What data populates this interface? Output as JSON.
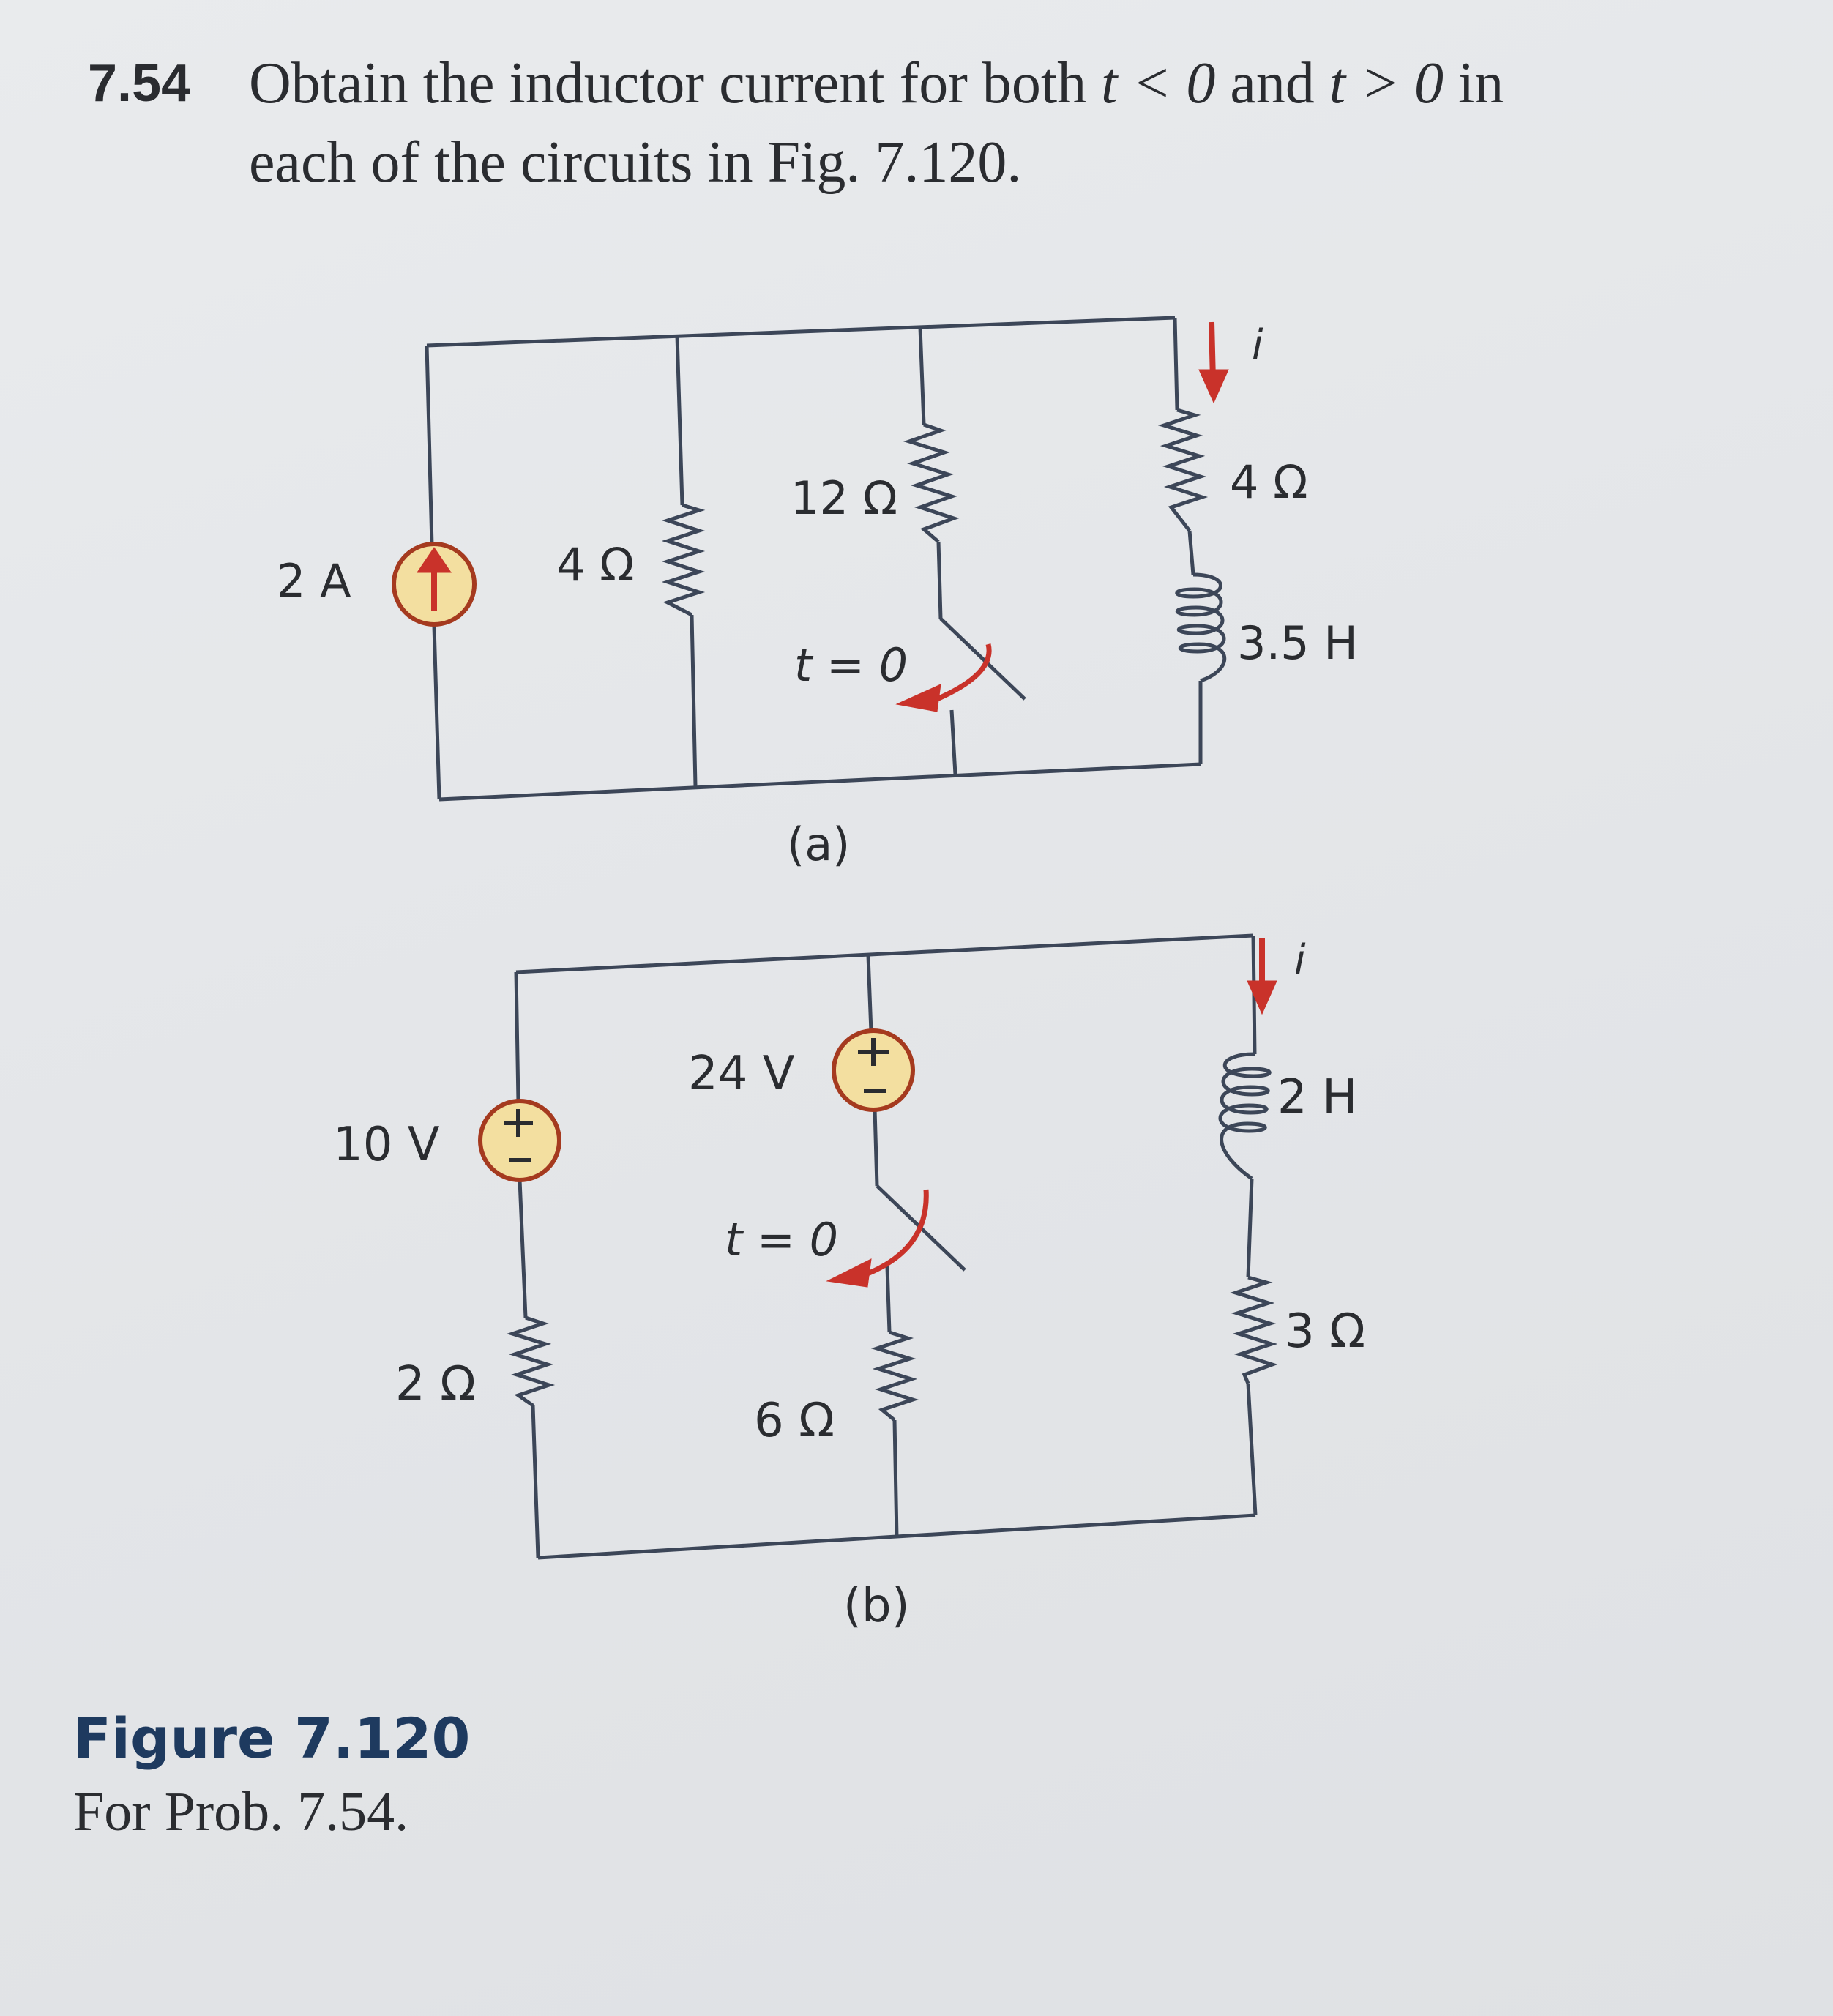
{
  "problem": {
    "number": "7.54",
    "text_prefix": "Obtain the inductor current for both ",
    "cond1": "t < 0",
    "and": " and ",
    "cond2": "t > 0",
    "text_suffix": " in each of the circuits in Fig. 7.120."
  },
  "circuit_a": {
    "source": "2 A",
    "r1": "4 Ω",
    "r2": "12 Ω",
    "r3": "4 Ω",
    "inductor": "3.5 H",
    "current": "i",
    "switch": "t = 0",
    "label": "(a)"
  },
  "circuit_b": {
    "source1": "10 V",
    "source2": "24 V",
    "r1": "2 Ω",
    "r2": "6 Ω",
    "r3": "3 Ω",
    "inductor": "2 H",
    "current": "i",
    "switch": "t = 0",
    "label": "(b)"
  },
  "caption": {
    "figure": "Figure 7.120",
    "sub": "For Prob. 7.54."
  }
}
